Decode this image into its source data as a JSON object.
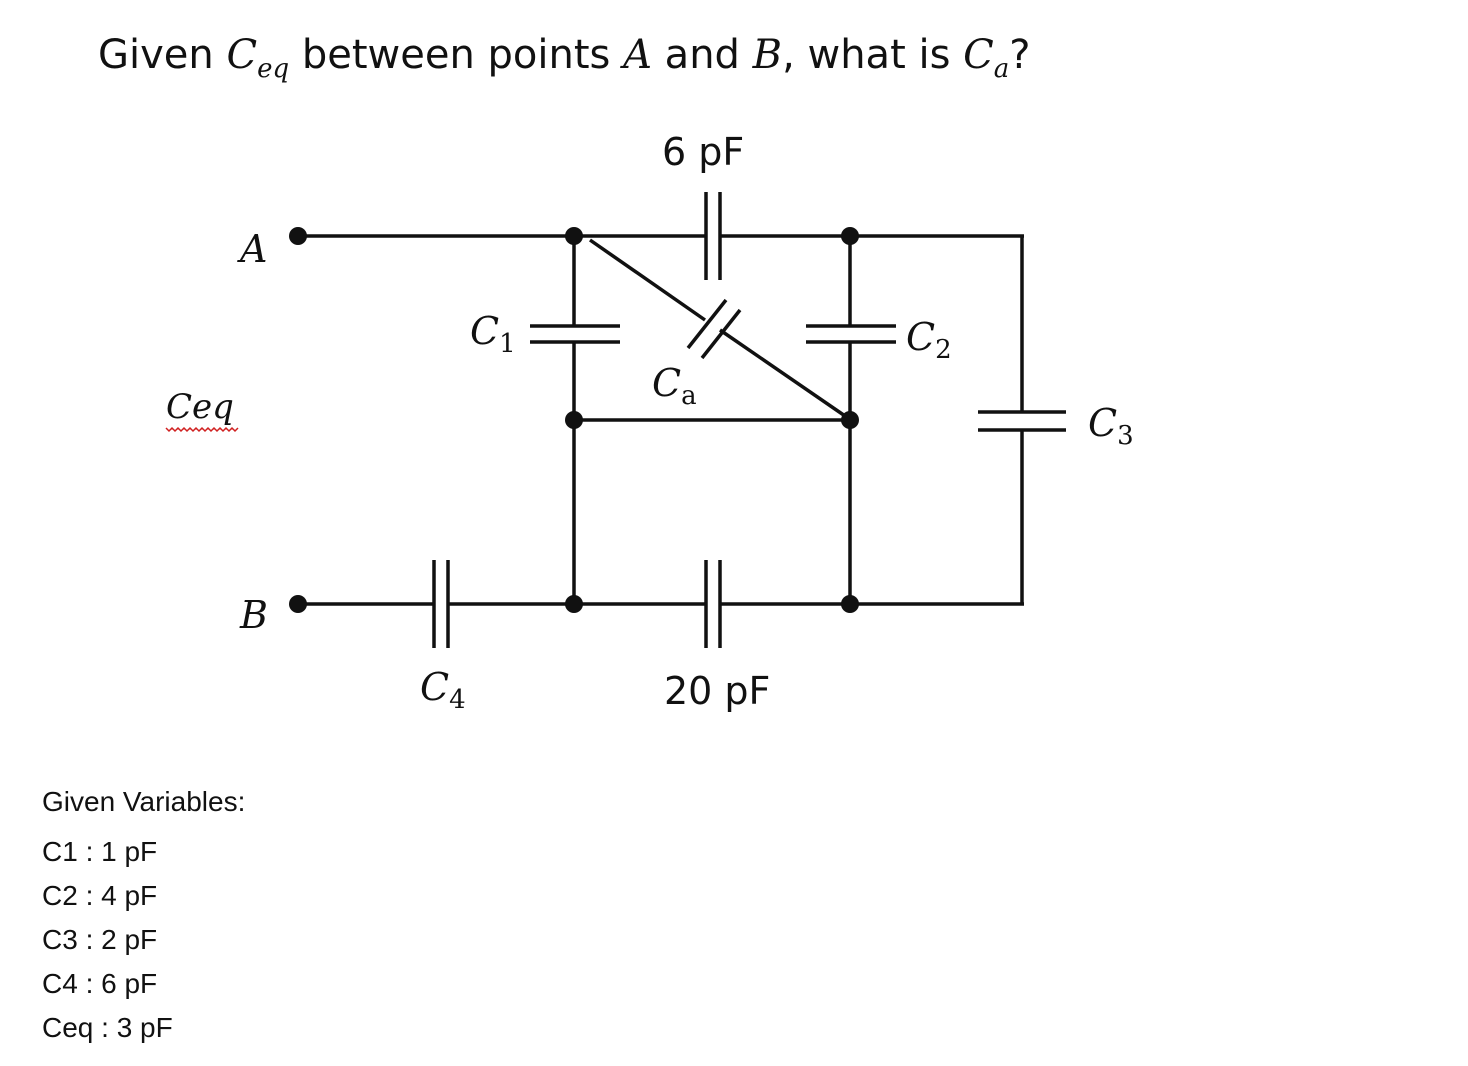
{
  "question": {
    "prefix": "Given ",
    "ceq_base": "C",
    "ceq_sub": "eq",
    "middle": " between points ",
    "point_a": "A",
    "and": " and ",
    "point_b": "B",
    "comma": ", what is ",
    "ca_base": "C",
    "ca_sub": "a",
    "suffix": "?"
  },
  "diagram": {
    "label_top_cap": "6 pF",
    "label_bottom_cap": "20 pF",
    "label_a": "A",
    "label_b": "B",
    "label_ceq": "Ceq",
    "label_c1_base": "C",
    "label_c1_sub": "1",
    "label_c2_base": "C",
    "label_c2_sub": "2",
    "label_c3_base": "C",
    "label_c3_sub": "3",
    "label_c4_base": "C",
    "label_c4_sub": "4",
    "label_ca_base": "C",
    "label_ca_sub": "a"
  },
  "variables": {
    "heading": "Given Variables:",
    "items": [
      "C1 : 1 pF",
      "C2 : 4 pF",
      "C3 : 2 pF",
      "C4 : 6 pF",
      "Ceq : 3 pF"
    ]
  }
}
